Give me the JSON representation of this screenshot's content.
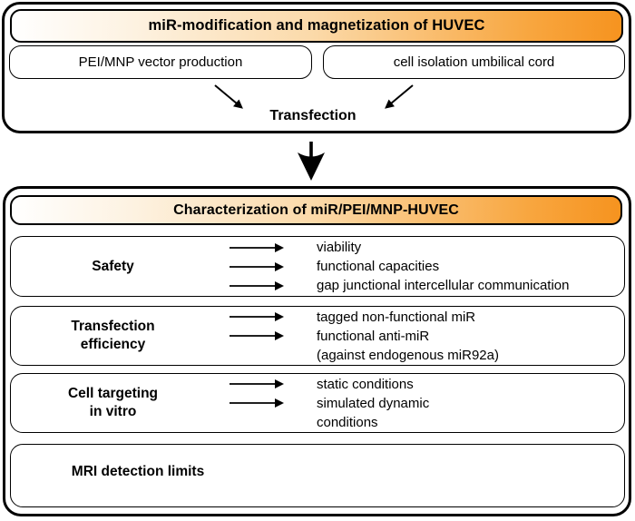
{
  "figure": {
    "top": {
      "header": "miR-modification and magnetization of HUVEC",
      "left_box": "PEI/MNP vector production",
      "right_box": "cell isolation umbilical cord",
      "merge_label": "Transfection"
    },
    "bottom": {
      "header": "Characterization of miR/PEI/MNP-HUVEC",
      "rows": [
        {
          "label": "Safety",
          "items": [
            "viability",
            "functional capacities",
            "gap junctional intercellular communication"
          ]
        },
        {
          "label": [
            "Transfection",
            "efficiency"
          ],
          "items": [
            "tagged non-functional miR",
            "functional anti-miR",
            "(against endogenous miR92a)"
          ]
        },
        {
          "label": [
            "Cell targeting",
            "in vitro"
          ],
          "items": [
            "static conditions",
            "simulated dynamic",
            "conditions"
          ]
        },
        {
          "label": "MRI detection limits",
          "items": []
        }
      ]
    },
    "colors": {
      "accent_orange": "#F6931F",
      "gradient_mid": "#FBD9A8",
      "outline": "#000000"
    }
  }
}
